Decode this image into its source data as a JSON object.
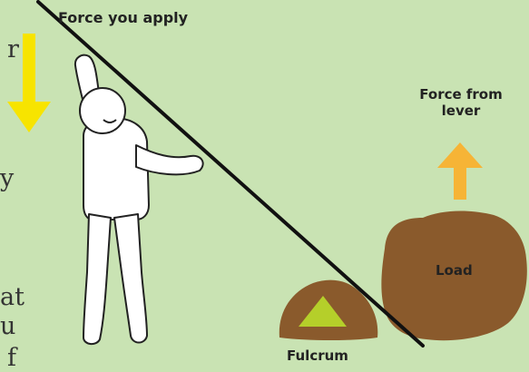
{
  "labels": {
    "force_you_apply": "Force you apply",
    "force_from_lever_line1": "Force from",
    "force_from_lever_line2": "lever",
    "load": "Load",
    "fulcrum": "Fulcrum"
  },
  "cropped_text": {
    "line1": "r",
    "line2": "y",
    "line3": "at",
    "line4": "u",
    "line5": "f"
  },
  "colors": {
    "background": "#c9e3b3",
    "applied_force_arrow": "#f7e400",
    "lever_force_arrow": "#f6b436",
    "rock": "#8a5a2c",
    "fulcrum_triangle": "#b5cf2a",
    "lever": "#111111",
    "person_fill": "#ffffff",
    "person_outline": "#222222"
  }
}
